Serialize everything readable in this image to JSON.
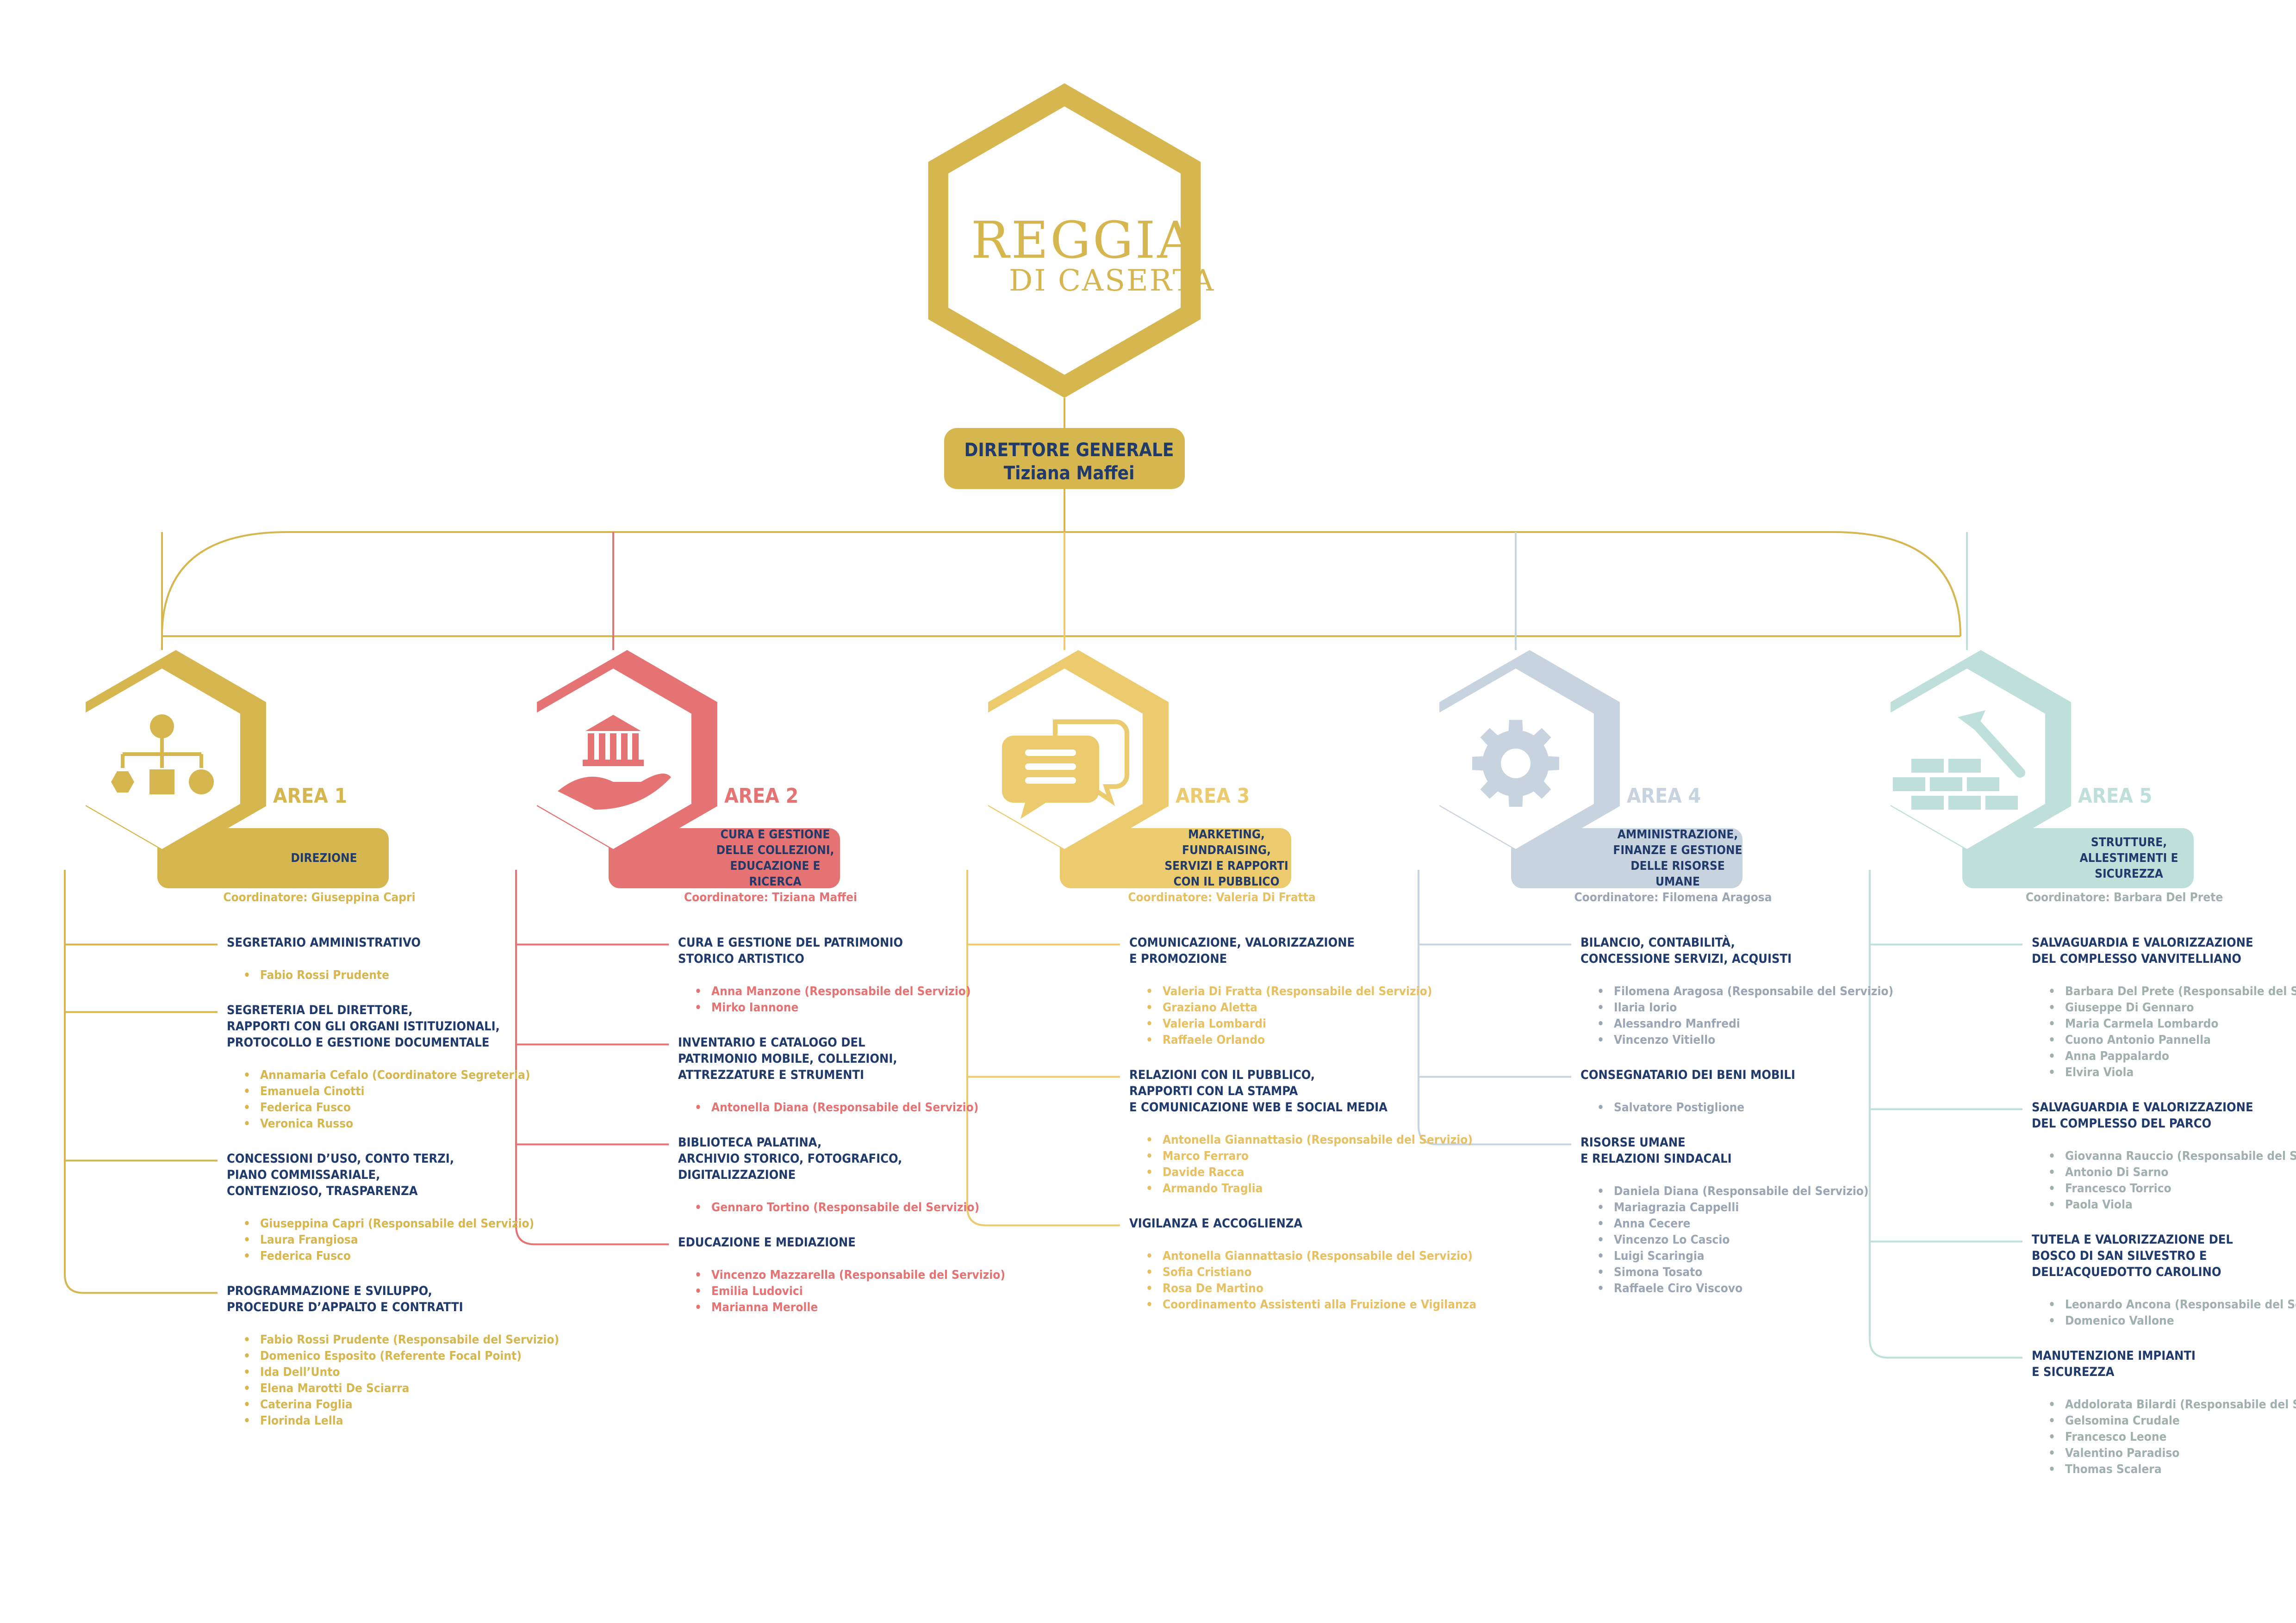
{
  "logo": {
    "line1": "REGGIA",
    "line2": "DI CASERTA",
    "color": "#d6b74f"
  },
  "director": {
    "title": "DIRETTORE GENERALE",
    "name": "Tiziana Maffei",
    "color": "#d6b74f"
  },
  "areas": [
    {
      "title": "AREA 1",
      "label": "DIREZIONE",
      "coordinator": "Coordinatore: Giuseppina Capri",
      "color": "#d6b74f",
      "people_color": "#d6b74f",
      "icon": "org-chart-icon",
      "services": [
        {
          "title": [
            "SEGRETARIO AMMINISTRATIVO"
          ],
          "people": [
            "Fabio Rossi Prudente"
          ]
        },
        {
          "title": [
            "SEGRETERIA DEL DIRETTORE,",
            "RAPPORTI CON GLI ORGANI ISTITUZIONALI,",
            "PROTOCOLLO E GESTIONE DOCUMENTALE"
          ],
          "people": [
            "Annamaria Cefalo (Coordinatore Segreteria)",
            "Emanuela Cinotti",
            "Federica Fusco",
            "Veronica Russo"
          ]
        },
        {
          "title": [
            "CONCESSIONI D’USO, CONTO TERZI,",
            "PIANO COMMISSARIALE,",
            "CONTENZIOSO, TRASPARENZA"
          ],
          "people": [
            "Giuseppina Capri (Responsabile del Servizio)",
            "Laura Frangiosa",
            "Federica Fusco"
          ]
        },
        {
          "title": [
            "PROGRAMMAZIONE E SVILUPPO,",
            "PROCEDURE D’APPALTO E CONTRATTI"
          ],
          "people": [
            "Fabio Rossi Prudente (Responsabile del Servizio)",
            "Domenico Esposito (Referente Focal Point)",
            "Ida Dell’Unto",
            "Elena Marotti De Sciarra",
            "Caterina Foglia",
            "Florinda Lella"
          ]
        }
      ]
    },
    {
      "title": "AREA 2",
      "label": "CURA E GESTIONE DELLE COLLEZIONI, EDUCAZIONE E RICERCA",
      "coordinator": "Coordinatore: Tiziana Maffei",
      "color": "#e57373",
      "people_color": "#e57373",
      "icon": "museum-hand-icon",
      "services": [
        {
          "title": [
            "CURA E GESTIONE DEL PATRIMONIO",
            "STORICO ARTISTICO"
          ],
          "people": [
            "Anna Manzone (Responsabile del Servizio)",
            "Mirko Iannone"
          ]
        },
        {
          "title": [
            "INVENTARIO E CATALOGO DEL",
            "PATRIMONIO MOBILE, COLLEZIONI,",
            "ATTREZZATURE E STRUMENTI"
          ],
          "people": [
            "Antonella Diana (Responsabile del Servizio)"
          ]
        },
        {
          "title": [
            "BIBLIOTECA PALATINA,",
            "ARCHIVIO STORICO, FOTOGRAFICO,",
            "DIGITALIZZAZIONE"
          ],
          "people": [
            "Gennaro Tortino (Responsabile del Servizio)"
          ]
        },
        {
          "title": [
            "EDUCAZIONE E MEDIAZIONE"
          ],
          "people": [
            "Vincenzo Mazzarella (Responsabile del Servizio)",
            "Emilia Ludovici",
            "Marianna Merolle"
          ]
        }
      ]
    },
    {
      "title": "AREA 3",
      "label": "MARKETING, FUNDRAISING, SERVIZI E RAPPORTI CON IL PUBBLICO",
      "coordinator": "Coordinatore: Valeria Di Fratta",
      "color": "#eccb6e",
      "people_color": "#e6c061",
      "icon": "chat-bubbles-icon",
      "services": [
        {
          "title": [
            "COMUNICAZIONE, VALORIZZAZIONE",
            "E PROMOZIONE"
          ],
          "people": [
            "Valeria Di Fratta (Responsabile del Servizio)",
            "Graziano Aletta",
            "Valeria Lombardi",
            "Raffaele Orlando"
          ]
        },
        {
          "title": [
            "RELAZIONI CON IL PUBBLICO,",
            "RAPPORTI CON LA STAMPA",
            "E COMUNICAZIONE WEB E SOCIAL MEDIA"
          ],
          "people": [
            "Antonella Giannattasio (Responsabile del Servizio)",
            "Marco Ferraro",
            "Davide Racca",
            "Armando Traglia"
          ]
        },
        {
          "title": [
            "VIGILANZA E ACCOGLIENZA"
          ],
          "people": [
            "Antonella Giannattasio (Responsabile del Servizio)",
            "Sofia Cristiano",
            "Rosa De Martino",
            "Coordinamento Assistenti alla Fruizione e Vigilanza"
          ]
        }
      ]
    },
    {
      "title": "AREA 4",
      "label": "AMMINISTRAZIONE, FINANZE E GESTIONE DELLE RISORSE UMANE",
      "coordinator": "Coordinatore: Filomena Aragosa",
      "color": "#c8d3e0",
      "people_color": "#9aa6b4",
      "icon": "gear-icon",
      "services": [
        {
          "title": [
            "BILANCIO, CONTABILITÀ,",
            "CONCESSIONE SERVIZI, ACQUISTI"
          ],
          "people": [
            "Filomena Aragosa (Responsabile del Servizio)",
            "Ilaria Iorio",
            "Alessandro Manfredi",
            "Vincenzo Vitiello"
          ]
        },
        {
          "title": [
            "CONSEGNATARIO DEI BENI MOBILI"
          ],
          "people": [
            "Salvatore Postiglione"
          ]
        },
        {
          "title": [
            "RISORSE UMANE",
            "E RELAZIONI SINDACALI"
          ],
          "people": [
            "Daniela Diana (Responsabile del Servizio)",
            "Mariagrazia Cappelli",
            "Anna Cecere",
            "Vincenzo Lo Cascio",
            "Luigi Scaringia",
            "Simona Tosato",
            "Raffaele Ciro Viscovo"
          ]
        }
      ]
    },
    {
      "title": "AREA 5",
      "label": "STRUTTURE, ALLESTIMENTI E SICUREZZA",
      "coordinator": "Coordinatore: Barbara Del Prete",
      "color": "#bfe0da",
      "people_color": "#9fb0ae",
      "icon": "hammer-bricks-icon",
      "services": [
        {
          "title": [
            "SALVAGUARDIA E VALORIZZAZIONE",
            "DEL COMPLESSO VANVITELLIANO"
          ],
          "people": [
            "Barbara Del Prete (Responsabile del Servizio)",
            "Giuseppe Di Gennaro",
            "Maria Carmela Lombardo",
            "Cuono Antonio Pannella",
            "Anna Pappalardo",
            "Elvira Viola"
          ]
        },
        {
          "title": [
            "SALVAGUARDIA E VALORIZZAZIONE",
            "DEL COMPLESSO DEL PARCO"
          ],
          "people": [
            "Giovanna Rauccio (Responsabile del Servizio)",
            "Antonio Di Sarno",
            "Francesco Torrico",
            "Paola Viola"
          ]
        },
        {
          "title": [
            "TUTELA E VALORIZZAZIONE DEL",
            "BOSCO DI SAN SILVESTRO E",
            "DELL’ACQUEDOTTO CAROLINO"
          ],
          "people": [
            "Leonardo Ancona (Responsabile del Servizio)",
            "Domenico Vallone"
          ]
        },
        {
          "title": [
            "MANUTENZIONE IMPIANTI",
            "E SICUREZZA"
          ],
          "people": [
            "Addolorata Bilardi (Responsabile del Servizio)",
            "Gelsomina Crudale",
            "Francesco Leone",
            "Valentino Paradiso",
            "Thomas Scalera"
          ]
        }
      ]
    }
  ]
}
